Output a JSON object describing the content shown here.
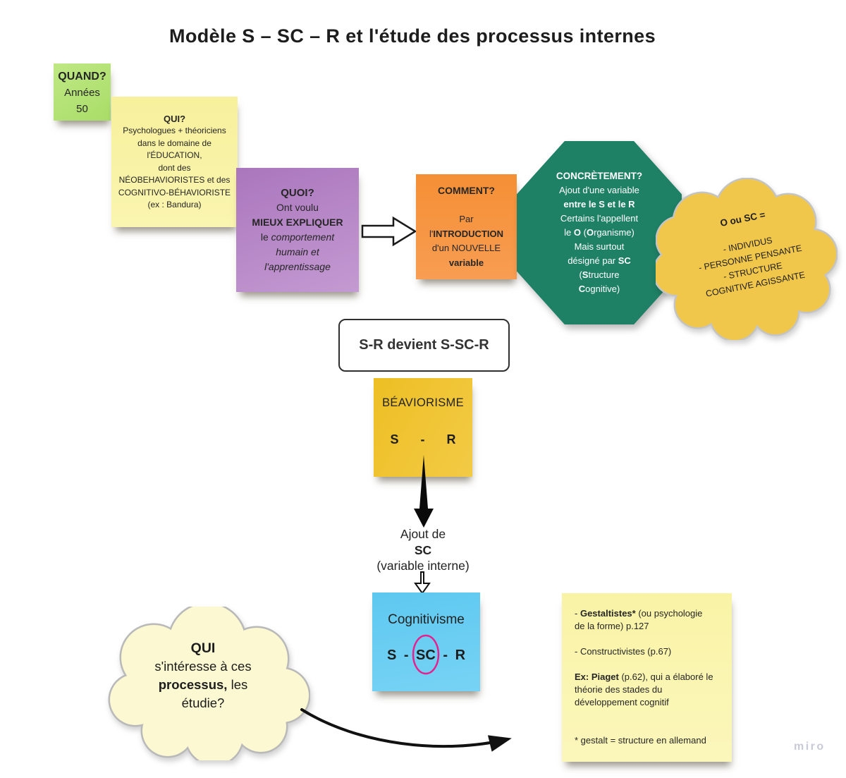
{
  "board": {
    "title": "Modèle S – SC – R et l'étude des processus internes",
    "watermark": "miro"
  },
  "colors": {
    "note_green": "#b7e47c",
    "note_yellow": "#f8f2a2",
    "note_purple": "#b381c6",
    "note_orange": "#f6923f",
    "octagon_green": "#1e8065",
    "cloud_gold": "#f1c74b",
    "note_gold": "#f0c32e",
    "note_blue": "#66cef3",
    "cloud_pale_yellow": "#fbf8d2",
    "note_pale_yellow": "#f9f4ad",
    "ellipse_pink": "#e6218f",
    "arrow_black": "#111111",
    "watermark_gray": "#c8cad6"
  },
  "notes": {
    "quand": {
      "lines": [
        [
          {
            "t": "QUAND?",
            "b": true
          }
        ],
        [
          {
            "t": "Années"
          }
        ],
        [
          {
            "t": "50"
          }
        ]
      ]
    },
    "qui": {
      "lines": [
        [
          {
            "t": "QUI?",
            "b": true
          }
        ],
        [
          {
            "t": "Psychologues + théoriciens"
          }
        ],
        [
          {
            "t": "dans le domaine de"
          }
        ],
        [
          {
            "t": "l'ÉDUCATION,"
          }
        ],
        [
          {
            "t": "dont des"
          }
        ],
        [
          {
            "t": "NÉOBEHAVIORISTES et des"
          }
        ],
        [
          {
            "t": "COGNITIVO-BÉHAVIORISTE"
          }
        ],
        [
          {
            "t": "(ex : Bandura)"
          }
        ]
      ]
    },
    "quoi": {
      "lines": [
        [
          {
            "t": "QUOI?",
            "b": true
          }
        ],
        [
          {
            "t": "Ont voulu"
          }
        ],
        [
          {
            "t": "MIEUX EXPLIQUER",
            "b": true
          }
        ],
        [
          {
            "t": "le "
          },
          {
            "t": "comportement",
            "i": true
          }
        ],
        [
          {
            "t": "humain et",
            "i": true
          }
        ],
        [
          {
            "t": "l'apprentissage",
            "i": true
          }
        ]
      ]
    },
    "comment": {
      "lines": [
        [
          {
            "t": "COMMENT?",
            "b": true
          }
        ],
        [],
        [
          {
            "t": "Par"
          }
        ],
        [
          {
            "t": "l'"
          },
          {
            "t": "INTRODUCTION",
            "b": true
          }
        ],
        [
          {
            "t": "d'un NOUVELLE"
          }
        ],
        [
          {
            "t": "variable",
            "b": true
          }
        ]
      ]
    },
    "concretement": {
      "lines": [
        [
          {
            "t": "CONCRÈTEMENT?",
            "b": true
          }
        ],
        [
          {
            "t": "Ajout d'une variable"
          }
        ],
        [
          {
            "t": "entre le S et le R",
            "b": true
          }
        ],
        [
          {
            "t": "Certains l'appellent"
          }
        ],
        [
          {
            "t": "le "
          },
          {
            "t": "O",
            "b": true
          },
          {
            "t": " ("
          },
          {
            "t": "O",
            "b": true
          },
          {
            "t": "rganisme)"
          }
        ],
        [
          {
            "t": "Mais surtout"
          }
        ],
        [
          {
            "t": "désigné par "
          },
          {
            "t": "SC",
            "b": true
          }
        ],
        [
          {
            "t": "("
          },
          {
            "t": "S",
            "b": true
          },
          {
            "t": "tructure"
          }
        ],
        [
          {
            "t": "C",
            "b": true
          },
          {
            "t": "ognitive)"
          }
        ]
      ]
    },
    "o_sc_cloud": {
      "lines": [
        [
          {
            "t": "O ou SC =",
            "b": true
          }
        ],
        [],
        [
          {
            "t": "- INDIVIDUS"
          }
        ],
        [
          {
            "t": "- PERSONNE PENSANTE"
          }
        ],
        [
          {
            "t": "- STRUCTURE"
          }
        ],
        [
          {
            "t": "COGNITIVE AGISSANTE"
          }
        ]
      ]
    },
    "sr_box": {
      "label": "S-R devient S-SC-R"
    },
    "behaviorisme": {
      "name_line": "BÉAVIORISME",
      "formula": "S - R"
    },
    "ajout": {
      "lines": [
        [
          {
            "t": "Ajout de"
          }
        ],
        [
          {
            "t": "SC",
            "b": true
          }
        ],
        [
          {
            "t": "(variable interne)"
          }
        ]
      ]
    },
    "cognitivisme": {
      "name_line": "Cognitivisme",
      "formula": "S - SC - R"
    },
    "qui_cloud": {
      "lines": [
        [
          {
            "t": "QUI",
            "b": true
          }
        ],
        [
          {
            "t": "s'intéresse à ces"
          }
        ],
        [
          {
            "t": "processus,",
            "b": true
          },
          {
            "t": " les"
          }
        ],
        [
          {
            "t": "étudie?"
          }
        ]
      ]
    },
    "gestalt": {
      "lines": [
        [
          {
            "t": "- "
          },
          {
            "t": "Gestaltistes*",
            "b": true
          },
          {
            "t": " (ou psychologie"
          }
        ],
        [
          {
            "t": "de la forme) p.127"
          }
        ],
        [],
        [
          {
            "t": "- Constructivistes (p.67)"
          }
        ],
        [],
        [
          {
            "t": "Ex: Piaget",
            "b": true
          },
          {
            "t": " (p.62), qui a élaboré le"
          }
        ],
        [
          {
            "t": "théorie des stades du"
          }
        ],
        [
          {
            "t": "développement cognitif"
          }
        ],
        [],
        [],
        [
          {
            "t": "* gestalt = structure en allemand"
          }
        ]
      ]
    }
  }
}
